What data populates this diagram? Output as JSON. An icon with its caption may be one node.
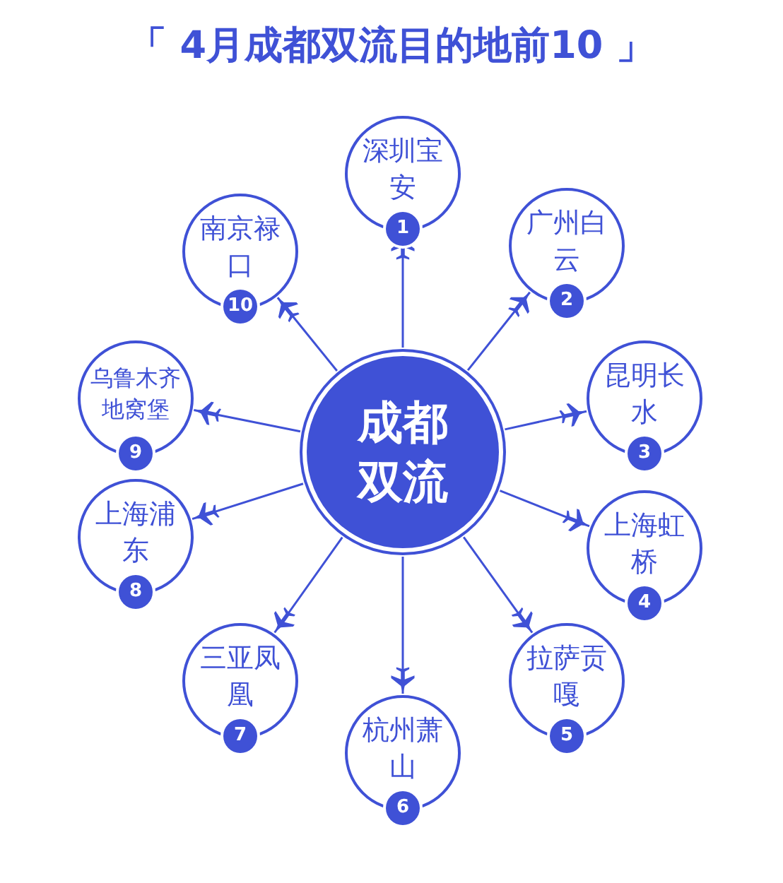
{
  "diagram": {
    "title": "「 4月成都双流目的地前10 」",
    "nodes": [
      {
        "text": [
          "成都双流"
        ]
      },
      {
        "text": [
          "深圳宝安",
          "1"
        ]
      },
      {
        "text": [
          "广州白云",
          "2"
        ]
      },
      {
        "text": [
          "昆明长水",
          "3"
        ]
      },
      {
        "text": [
          "上海虹桥",
          "4"
        ]
      },
      {
        "text": [
          "拉萨贡嘎",
          "5"
        ]
      },
      {
        "text": [
          "杭州萧山",
          "6"
        ]
      },
      {
        "text": [
          "三亚凤凰",
          "7"
        ]
      },
      {
        "text": [
          "上海浦东",
          "8"
        ]
      },
      {
        "text": [
          "乌鲁木齐地窝堡",
          "9"
        ]
      },
      {
        "text": [
          "南京禄口",
          "10"
        ]
      }
    ],
    "edges": [
      {
        "from": 0,
        "to": 1,
        "arrow": "to"
      },
      {
        "from": 0,
        "to": 2,
        "arrow": "to"
      },
      {
        "from": 0,
        "to": 3,
        "arrow": "to"
      },
      {
        "from": 0,
        "to": 4,
        "arrow": "to"
      },
      {
        "from": 0,
        "to": 5,
        "arrow": "to"
      },
      {
        "from": 0,
        "to": 6,
        "arrow": "to"
      },
      {
        "from": 0,
        "to": 7,
        "arrow": "to"
      },
      {
        "from": 0,
        "to": 8,
        "arrow": "to"
      },
      {
        "from": 0,
        "to": 9,
        "arrow": "to"
      },
      {
        "from": 0,
        "to": 10,
        "arrow": "to"
      }
    ]
  }
}
